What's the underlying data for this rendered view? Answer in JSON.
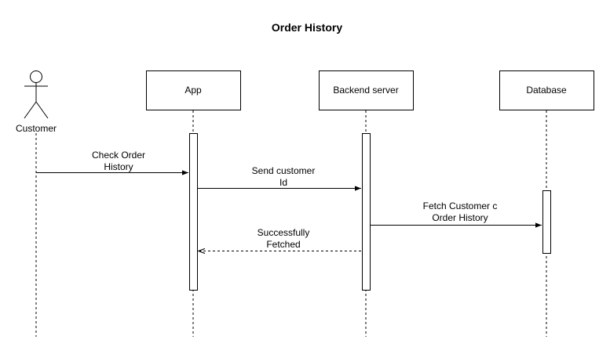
{
  "diagram": {
    "title": "Order History",
    "participants": [
      {
        "id": "customer",
        "label": "Customer",
        "kind": "actor"
      },
      {
        "id": "app",
        "label": "App",
        "kind": "box"
      },
      {
        "id": "backend",
        "label": "Backend server",
        "kind": "box"
      },
      {
        "id": "database",
        "label": "Database",
        "kind": "box"
      }
    ],
    "messages": [
      {
        "from": "customer",
        "to": "app",
        "lines": [
          "Check Order",
          "History"
        ],
        "style": "solid"
      },
      {
        "from": "app",
        "to": "backend",
        "lines": [
          "Send customer",
          "Id"
        ],
        "style": "solid"
      },
      {
        "from": "backend",
        "to": "database",
        "lines": [
          "Fetch Customer c",
          "Order History"
        ],
        "style": "solid"
      },
      {
        "from": "backend",
        "to": "app",
        "lines": [
          "Successfully",
          "Fetched"
        ],
        "style": "dashed"
      }
    ],
    "colors": {
      "line": "#000000",
      "background": "#ffffff"
    }
  }
}
